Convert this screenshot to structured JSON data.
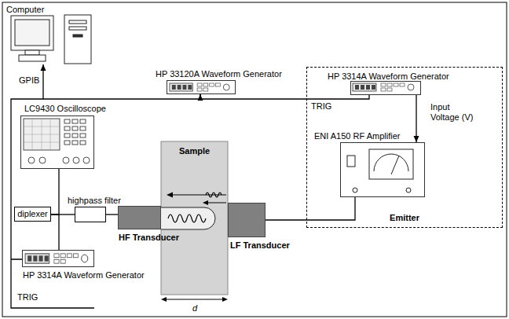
{
  "diagram": {
    "nodes": [
      {
        "text": [
          "Computer"
        ]
      },
      {
        "text": [
          "HP 33120A Waveform Generator"
        ]
      },
      {
        "text": [
          "Emitter"
        ]
      },
      {
        "text": [
          "HP 3314A Waveform Generator"
        ],
        "in": 2
      },
      {
        "text": [
          "ENI A150 RF Amplifier"
        ],
        "in": 2
      },
      {
        "text": [
          "LC9430 Oscilloscope"
        ]
      },
      {
        "text": [
          "Sample"
        ]
      },
      {
        "text": [
          "HF Transducer"
        ]
      },
      {
        "text": [
          "LF Transducer"
        ]
      },
      {
        "text": [
          "diplexer"
        ]
      },
      {
        "text": [
          "highpass filter"
        ]
      },
      {
        "text": [
          "HP 3314A Waveform Generator"
        ]
      }
    ],
    "edges": [
      {
        "from": 0,
        "to": 1,
        "arrow": "both",
        "label": "GPIB"
      },
      {
        "from": 1,
        "to": 3,
        "arrow": "none",
        "label": "TRIG"
      },
      {
        "from": 3,
        "to": 4,
        "arrow": "to",
        "label": "Input Voltage (V)"
      },
      {
        "from": 4,
        "to": 8,
        "arrow": "none"
      },
      {
        "from": 7,
        "to": 10,
        "arrow": "none"
      },
      {
        "from": 10,
        "to": 9,
        "arrow": "none"
      },
      {
        "from": 5,
        "to": 9,
        "arrow": "none"
      },
      {
        "from": 11,
        "to": 9,
        "arrow": "none"
      }
    ],
    "labels": [
      "TRIG",
      "d"
    ]
  }
}
